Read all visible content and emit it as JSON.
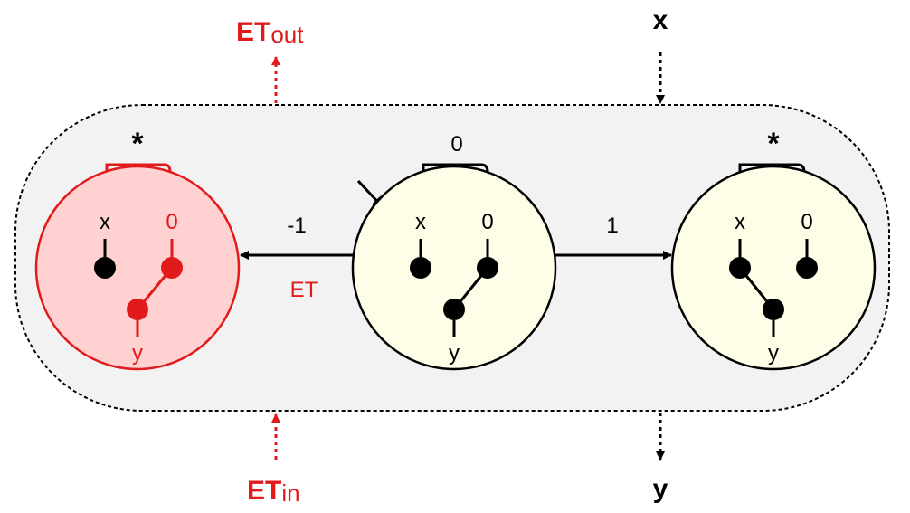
{
  "colors": {
    "red": "#e11b1b",
    "black": "#000000",
    "container_fill": "#f2f2f2",
    "state_left_fill": "#ffd1d1",
    "state_fill": "#fdfde8"
  },
  "top": {
    "et_out_main": "ET",
    "et_out_sub": "out",
    "x": "x"
  },
  "bottom": {
    "et_in_main": "ET",
    "et_in_sub": "in",
    "y": "y"
  },
  "edges": {
    "left_label": "-1",
    "left_sub_label": "ET",
    "right_label": "1"
  },
  "states": {
    "left": {
      "loop_label": "*",
      "in_x": "x",
      "in_0": "0",
      "out_y": "y"
    },
    "middle": {
      "loop_label": "0",
      "in_x": "x",
      "in_0": "0",
      "out_y": "y"
    },
    "right": {
      "loop_label": "*",
      "in_x": "x",
      "in_0": "0",
      "out_y": "y"
    }
  }
}
